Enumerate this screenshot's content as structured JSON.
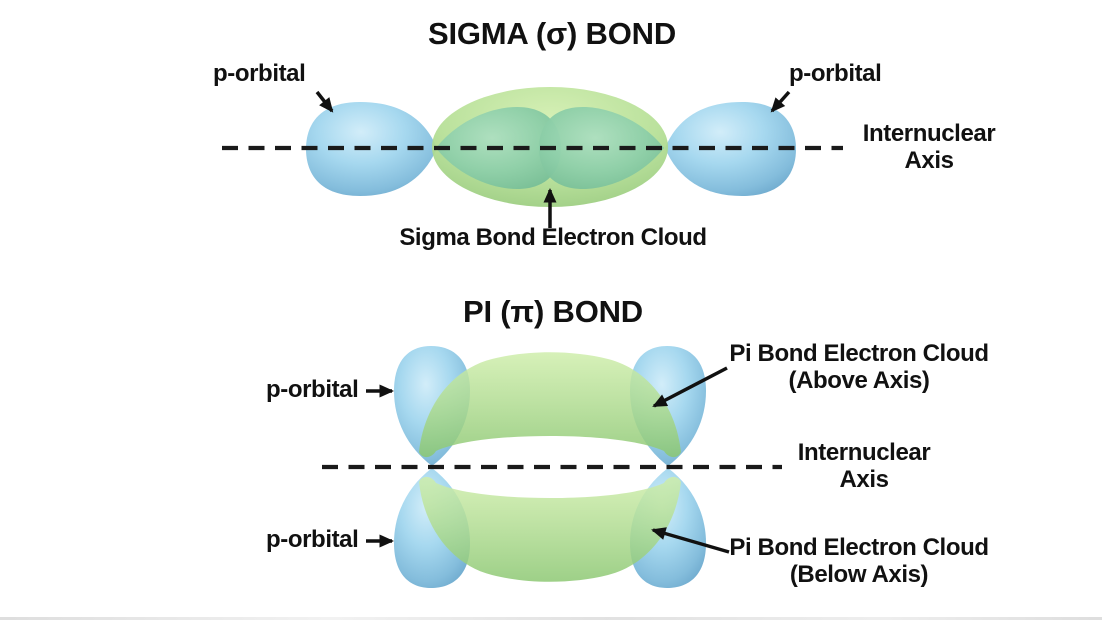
{
  "sigma": {
    "title": "SIGMA (σ) BOND",
    "left_orbital_label": "p-orbital",
    "right_orbital_label": "p-orbital",
    "axis_label_line1": "Internuclear",
    "axis_label_line2": "Axis",
    "cloud_label": "Sigma Bond Electron Cloud"
  },
  "pi": {
    "title": "PI (π) BOND",
    "upper_orbital_label": "p-orbital",
    "lower_orbital_label": "p-orbital",
    "above_cloud_label_line1": "Pi Bond Electron Cloud",
    "above_cloud_label_line2": "(Above Axis)",
    "axis_label_line1": "Internuclear",
    "axis_label_line2": "Axis",
    "below_cloud_label_line1": "Pi Bond Electron Cloud",
    "below_cloud_label_line2": "(Below Axis)"
  },
  "colors": {
    "background": "#ffffff",
    "text": "#111111",
    "axis_line": "#1a1a1a",
    "arrow": "#111111",
    "orbital_blue_light": "#d2edf9",
    "orbital_blue": "#a6d8ef",
    "orbital_blue_shade": "#84bddc",
    "orbital_blue_dark": "#69a5ca",
    "cloud_green_light": "#d3efb0",
    "cloud_green": "#b5df95",
    "cloud_green_dark": "#90c576",
    "lobe_teal_light": "#addfc0",
    "lobe_teal": "#8ecfa9",
    "lobe_teal_dark": "#6fb890",
    "banana_green_light": "#cfeeab",
    "banana_green": "#b2dd92",
    "banana_green_dark": "#8bc771"
  }
}
